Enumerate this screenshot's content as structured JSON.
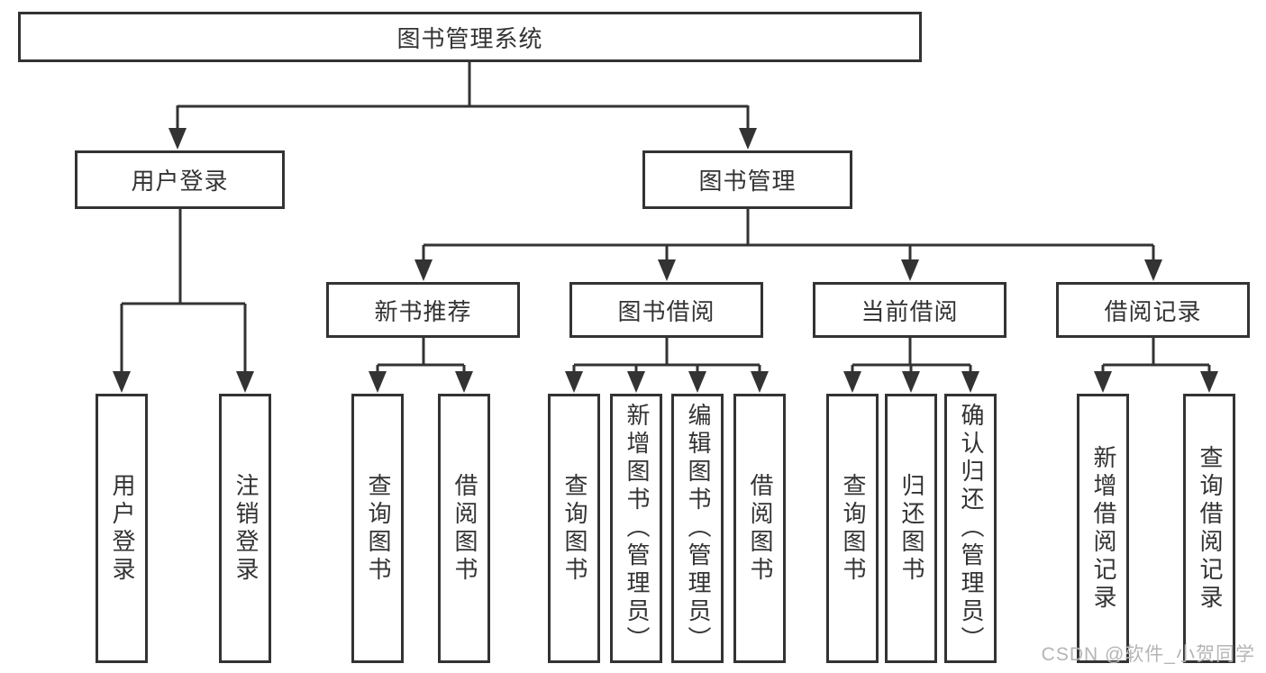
{
  "colors": {
    "line": "#333333",
    "text": "#333333",
    "node_background": "#ffffff",
    "watermark": "#b5b5b5",
    "background": "#ffffff"
  },
  "watermark": "CSDN @软件_小贺同学",
  "tree": {
    "label": "图书管理系统",
    "children": [
      {
        "label": "用户登录",
        "children": [
          {
            "label": "用户登录"
          },
          {
            "label": "注销登录"
          }
        ]
      },
      {
        "label": "图书管理",
        "children": [
          {
            "label": "新书推荐",
            "children": [
              {
                "label": "查询图书"
              },
              {
                "label": "借阅图书"
              }
            ]
          },
          {
            "label": "图书借阅",
            "children": [
              {
                "label": "查询图书"
              },
              {
                "label": "新增图书（管理员）"
              },
              {
                "label": "编辑图书（管理员）"
              },
              {
                "label": "借阅图书"
              }
            ]
          },
          {
            "label": "当前借阅",
            "children": [
              {
                "label": "查询图书"
              },
              {
                "label": "归还图书"
              },
              {
                "label": "确认归还（管理员）"
              }
            ]
          },
          {
            "label": "借阅记录",
            "children": [
              {
                "label": "新增借阅记录"
              },
              {
                "label": "查询借阅记录"
              }
            ]
          }
        ]
      }
    ]
  }
}
